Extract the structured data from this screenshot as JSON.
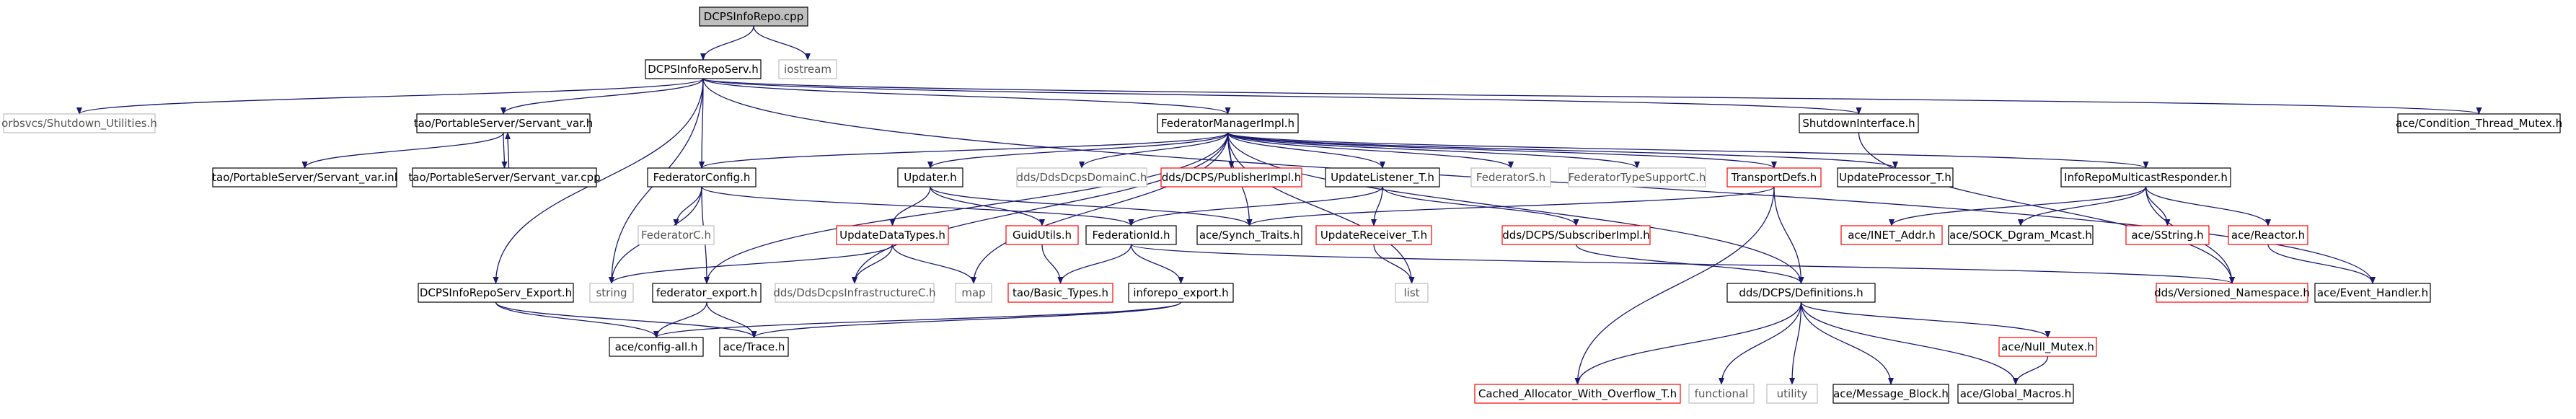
{
  "graph": {
    "colors": {
      "edge": "#191970",
      "edge_gray": "#b0b0b0",
      "box_border": "#000000",
      "box_border_red": "#ff0000",
      "box_border_gray": "#bfbfbf",
      "root_fill": "#bfbfbf",
      "node_fill": "#ffffff"
    },
    "nodes": [
      {
        "id": "root",
        "label": "DCPSInfoRepo.cpp",
        "style": "root"
      },
      {
        "id": "serv_h",
        "label": "DCPSInfoRepoServ.h",
        "style": "normal"
      },
      {
        "id": "iostream",
        "label": "iostream",
        "style": "gray"
      },
      {
        "id": "shutdown_util",
        "label": "orbsvcs/Shutdown_Utilities.h",
        "style": "gray"
      },
      {
        "id": "servant_var_h",
        "label": "tao/PortableServer/Servant_var.h",
        "style": "normal"
      },
      {
        "id": "fedmgr",
        "label": "FederatorManagerImpl.h",
        "style": "normal"
      },
      {
        "id": "shutdown_iface",
        "label": "ShutdownInterface.h",
        "style": "normal"
      },
      {
        "id": "cond_mutex",
        "label": "ace/Condition_Thread_Mutex.h",
        "style": "normal"
      },
      {
        "id": "servant_var_inl",
        "label": "tao/PortableServer/Servant_var.inl",
        "style": "normal"
      },
      {
        "id": "servant_var_cpp",
        "label": "tao/PortableServer/Servant_var.cpp",
        "style": "normal"
      },
      {
        "id": "fedconfig",
        "label": "FederatorConfig.h",
        "style": "normal"
      },
      {
        "id": "updater",
        "label": "Updater.h",
        "style": "normal"
      },
      {
        "id": "domainc",
        "label": "dds/DdsDcpsDomainC.h",
        "style": "gray"
      },
      {
        "id": "pubimpl",
        "label": "dds/DCPS/PublisherImpl.h",
        "style": "red"
      },
      {
        "id": "updlistener",
        "label": "UpdateListener_T.h",
        "style": "normal"
      },
      {
        "id": "federators",
        "label": "FederatorS.h",
        "style": "gray"
      },
      {
        "id": "fedtypesupp",
        "label": "FederatorTypeSupportC.h",
        "style": "gray"
      },
      {
        "id": "transportdefs",
        "label": "TransportDefs.h",
        "style": "red"
      },
      {
        "id": "updproc",
        "label": "UpdateProcessor_T.h",
        "style": "normal"
      },
      {
        "id": "mcastresp",
        "label": "InfoRepoMulticastResponder.h",
        "style": "normal"
      },
      {
        "id": "federatorc",
        "label": "FederatorC.h",
        "style": "gray"
      },
      {
        "id": "updatedatatypes",
        "label": "UpdateDataTypes.h",
        "style": "red"
      },
      {
        "id": "guidutils",
        "label": "GuidUtils.h",
        "style": "red"
      },
      {
        "id": "federationid",
        "label": "FederationId.h",
        "style": "normal"
      },
      {
        "id": "synchtraits",
        "label": "ace/Synch_Traits.h",
        "style": "normal"
      },
      {
        "id": "updreceiver",
        "label": "UpdateReceiver_T.h",
        "style": "red"
      },
      {
        "id": "subimpl",
        "label": "dds/DCPS/SubscriberImpl.h",
        "style": "red"
      },
      {
        "id": "inetaddr",
        "label": "ace/INET_Addr.h",
        "style": "red"
      },
      {
        "id": "sockdgram",
        "label": "ace/SOCK_Dgram_Mcast.h",
        "style": "normal"
      },
      {
        "id": "sstring",
        "label": "ace/SString.h",
        "style": "red"
      },
      {
        "id": "reactor",
        "label": "ace/Reactor.h",
        "style": "red"
      },
      {
        "id": "serv_export",
        "label": "DCPSInfoRepoServ_Export.h",
        "style": "normal"
      },
      {
        "id": "string",
        "label": "string",
        "style": "gray"
      },
      {
        "id": "fedexport",
        "label": "federator_export.h",
        "style": "normal"
      },
      {
        "id": "infrastructurec",
        "label": "dds/DdsDcpsInfrastructureC.h",
        "style": "gray"
      },
      {
        "id": "map",
        "label": "map",
        "style": "gray"
      },
      {
        "id": "basictypes",
        "label": "tao/Basic_Types.h",
        "style": "red"
      },
      {
        "id": "inforepo_export",
        "label": "inforepo_export.h",
        "style": "normal"
      },
      {
        "id": "list",
        "label": "list",
        "style": "gray"
      },
      {
        "id": "definitions",
        "label": "dds/DCPS/Definitions.h",
        "style": "normal"
      },
      {
        "id": "versioned_ns",
        "label": "dds/Versioned_Namespace.h",
        "style": "red"
      },
      {
        "id": "event_handler",
        "label": "ace/Event_Handler.h",
        "style": "normal"
      },
      {
        "id": "config_all",
        "label": "ace/config-all.h",
        "style": "normal"
      },
      {
        "id": "trace",
        "label": "ace/Trace.h",
        "style": "normal"
      },
      {
        "id": "cached_alloc",
        "label": "Cached_Allocator_With_Overflow_T.h",
        "style": "red"
      },
      {
        "id": "functional",
        "label": "functional",
        "style": "gray"
      },
      {
        "id": "utility",
        "label": "utility",
        "style": "gray"
      },
      {
        "id": "msgblock",
        "label": "ace/Message_Block.h",
        "style": "normal"
      },
      {
        "id": "nullmutex",
        "label": "ace/Null_Mutex.h",
        "style": "red"
      },
      {
        "id": "globalmacros",
        "label": "ace/Global_Macros.h",
        "style": "normal"
      }
    ],
    "edges": [
      [
        "root",
        "serv_h"
      ],
      [
        "root",
        "iostream"
      ],
      [
        "serv_h",
        "shutdown_util"
      ],
      [
        "serv_h",
        "servant_var_h"
      ],
      [
        "serv_h",
        "fedmgr"
      ],
      [
        "serv_h",
        "shutdown_iface"
      ],
      [
        "serv_h",
        "cond_mutex"
      ],
      [
        "serv_h",
        "serv_export"
      ],
      [
        "serv_h",
        "string"
      ],
      [
        "serv_h",
        "fedconfig"
      ],
      [
        "serv_h",
        "event_handler"
      ],
      [
        "servant_var_h",
        "servant_var_inl"
      ],
      [
        "servant_var_h",
        "servant_var_cpp"
      ],
      [
        "servant_var_cpp",
        "servant_var_h"
      ],
      [
        "fedmgr",
        "fedconfig"
      ],
      [
        "fedmgr",
        "updater"
      ],
      [
        "fedmgr",
        "domainc"
      ],
      [
        "fedmgr",
        "pubimpl"
      ],
      [
        "fedmgr",
        "updlistener"
      ],
      [
        "fedmgr",
        "federators"
      ],
      [
        "fedmgr",
        "fedtypesupp"
      ],
      [
        "fedmgr",
        "transportdefs"
      ],
      [
        "fedmgr",
        "updproc"
      ],
      [
        "fedmgr",
        "mcastresp"
      ],
      [
        "fedmgr",
        "fedexport"
      ],
      [
        "fedmgr",
        "infrastructurec"
      ],
      [
        "fedmgr",
        "map"
      ],
      [
        "fedmgr",
        "list"
      ],
      [
        "fedmgr",
        "synchtraits"
      ],
      [
        "fedmgr",
        "definitions"
      ],
      [
        "shutdown_iface",
        "versioned_ns"
      ],
      [
        "fedconfig",
        "federatorc"
      ],
      [
        "fedconfig",
        "string"
      ],
      [
        "fedconfig",
        "fedexport"
      ],
      [
        "fedconfig",
        "federationid"
      ],
      [
        "updater",
        "updatedatatypes"
      ],
      [
        "updater",
        "guidutils"
      ],
      [
        "updater",
        "synchtraits"
      ],
      [
        "updlistener",
        "federationid"
      ],
      [
        "updlistener",
        "updreceiver"
      ],
      [
        "updlistener",
        "subimpl"
      ],
      [
        "transportdefs",
        "synchtraits"
      ],
      [
        "transportdefs",
        "definitions"
      ],
      [
        "transportdefs",
        "cached_alloc"
      ],
      [
        "mcastresp",
        "inetaddr"
      ],
      [
        "mcastresp",
        "sockdgram"
      ],
      [
        "mcastresp",
        "sstring"
      ],
      [
        "mcastresp",
        "reactor"
      ],
      [
        "mcastresp",
        "versioned_ns"
      ],
      [
        "updatedatatypes",
        "string"
      ],
      [
        "updatedatatypes",
        "infrastructurec"
      ],
      [
        "updatedatatypes",
        "map"
      ],
      [
        "guidutils",
        "basictypes"
      ],
      [
        "federationid",
        "basictypes"
      ],
      [
        "federationid",
        "inforepo_export"
      ],
      [
        "federationid",
        "versioned_ns"
      ],
      [
        "updreceiver",
        "list"
      ],
      [
        "subimpl",
        "definitions"
      ],
      [
        "reactor",
        "event_handler"
      ],
      [
        "serv_export",
        "config_all"
      ],
      [
        "serv_export",
        "trace"
      ],
      [
        "fedexport",
        "config_all"
      ],
      [
        "fedexport",
        "trace"
      ],
      [
        "inforepo_export",
        "config_all"
      ],
      [
        "inforepo_export",
        "trace"
      ],
      [
        "definitions",
        "cached_alloc"
      ],
      [
        "definitions",
        "functional"
      ],
      [
        "definitions",
        "utility"
      ],
      [
        "definitions",
        "msgblock"
      ],
      [
        "definitions",
        "nullmutex"
      ],
      [
        "definitions",
        "globalmacros"
      ],
      [
        "nullmutex",
        "globalmacros"
      ]
    ]
  }
}
